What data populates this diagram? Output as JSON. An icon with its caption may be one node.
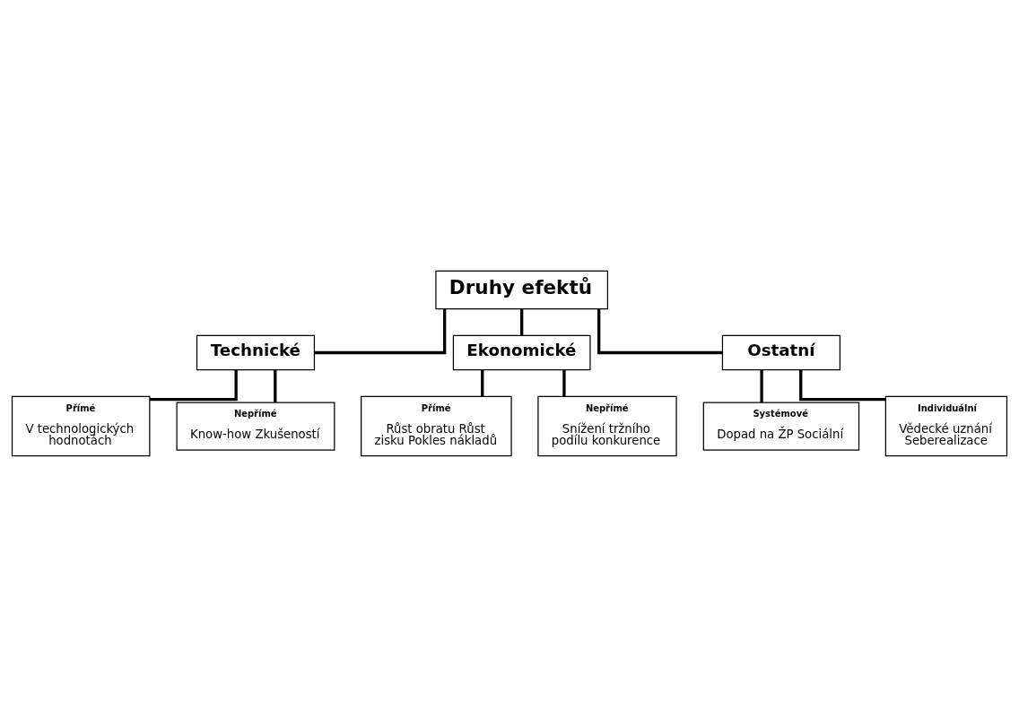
{
  "diagram": {
    "nodes": [
      {
        "text": [
          "Druhy efektů"
        ]
      },
      {
        "text": [
          "Technické"
        ]
      },
      {
        "text": [
          "Ekonomické"
        ]
      },
      {
        "text": [
          "Ostatní"
        ]
      },
      {
        "text": [
          "Přímé",
          "V technologických hodnotách"
        ]
      },
      {
        "text": [
          "Nepřímé",
          "Know-how Zkušeností"
        ]
      },
      {
        "text": [
          "Přímé",
          "Růst obratu Růst zisku Pokles nákladů"
        ]
      },
      {
        "text": [
          "Nepřímé",
          "Snížení tržního podílu konkurence"
        ]
      },
      {
        "text": [
          "Systémové",
          "Dopad na ŽP Sociální"
        ]
      },
      {
        "text": [
          "Individuální",
          "Vědecké uznání Seberealizace"
        ]
      }
    ],
    "edges": [
      {
        "from": 0,
        "to": 1,
        "arrow": "none"
      },
      {
        "from": 0,
        "to": 2,
        "arrow": "none"
      },
      {
        "from": 0,
        "to": 3,
        "arrow": "none"
      },
      {
        "from": 1,
        "to": 4,
        "arrow": "none"
      },
      {
        "from": 1,
        "to": 5,
        "arrow": "none"
      },
      {
        "from": 2,
        "to": 6,
        "arrow": "none"
      },
      {
        "from": 2,
        "to": 7,
        "arrow": "none"
      },
      {
        "from": 3,
        "to": 8,
        "arrow": "none"
      },
      {
        "from": 3,
        "to": 9,
        "arrow": "none"
      }
    ]
  }
}
